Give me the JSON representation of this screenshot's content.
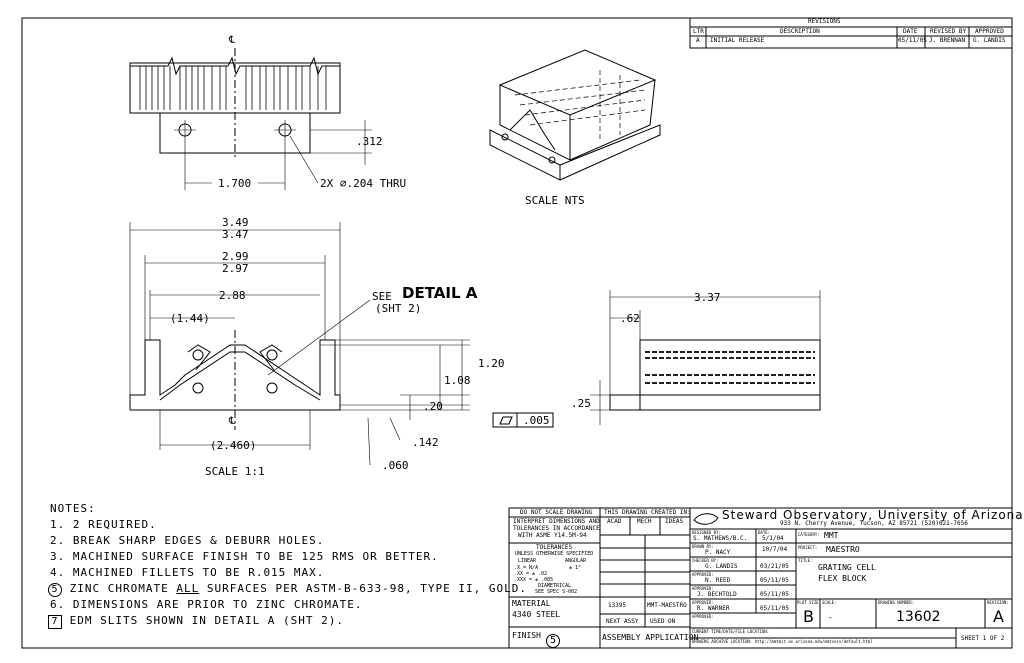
{
  "revisions": {
    "title": "REVISIONS",
    "headers": [
      "LTR",
      "DESCRIPTION",
      "DATE",
      "REVISED BY",
      "APPROVED"
    ],
    "rows": [
      [
        "A",
        "INITIAL RELEASE",
        "05/11/05",
        "J. BRENNAN",
        "G. LANDIS"
      ]
    ]
  },
  "views": {
    "centerline": "℄",
    "dim_312": ".312",
    "dim_1700": "1.700",
    "holes_note": "2X ∅.204 THRU",
    "scale_nts": "SCALE NTS",
    "dim_349": "3.49",
    "dim_347": "3.47",
    "dim_299": "2.99",
    "dim_297": "2.97",
    "dim_288": "2.88",
    "dim_144": "(1.44)",
    "see_label": "SEE",
    "detail_label": "DETAIL A",
    "sht_label": "(SHT 2)",
    "dim_120": "1.20",
    "dim_108": "1.08",
    "dim_20": ".20",
    "dim_2460": "(2.460)",
    "dim_142": ".142",
    "dim_060": ".060",
    "flatness_value": ".005",
    "scale_11": "SCALE 1:1",
    "dim_337": "3.37",
    "dim_62": ".62",
    "dim_25": ".25"
  },
  "notes": {
    "title": "NOTES:",
    "items": [
      {
        "num": "1.",
        "text": "2 REQUIRED."
      },
      {
        "num": "2.",
        "text": "BREAK SHARP EDGES & DEBURR HOLES."
      },
      {
        "num": "3.",
        "text": "MACHINED SURFACE FINISH TO BE 125 RMS OR BETTER."
      },
      {
        "num": "4.",
        "text": "MACHINED FILLETS TO BE R.015 MAX."
      },
      {
        "num": "5",
        "pre": "ZINC CHROMATE ",
        "ul": "ALL",
        "post": " SURFACES PER ASTM-B-633-98, TYPE II, GOLD."
      },
      {
        "num": "6.",
        "text": "DIMENSIONS ARE PRIOR TO ZINC CHROMATE."
      },
      {
        "num": "7",
        "text": "EDM SLITS SHOWN IN DETAIL A (SHT 2)."
      }
    ]
  },
  "title_block": {
    "do_not_scale": "DO NOT SCALE DRAWING",
    "interpret": [
      "INTERPRET DIMENSIONS AND",
      "TOLERANCES IN ACCORDANCE",
      "WITH ASME Y14.5M-94"
    ],
    "tolerances": "TOLERANCES",
    "unless": "UNLESS OTHERWISE SPECIFIED",
    "linear": "LINEAR",
    "angular": "ANGULAR",
    "tol_x": ".X = N/A",
    "tol_xx": ".XX = ± .02",
    "tol_xxx": ".XXX = ± .005",
    "tol_ang": "± 1°",
    "diametrical": "DIAMETRICAL",
    "see_spec": "SEE SPEC S-002",
    "material_label": "MATERIAL",
    "material_value": "4340 STEEL",
    "finish_label": "FINISH",
    "finish_value": "5",
    "created_in": "THIS DRAWING CREATED IN:",
    "cad_headers": [
      "ACAD",
      "MECH",
      "IDEAS"
    ],
    "next_assy_value": "13395",
    "used_on_value": "MMT-MAESTRO",
    "next_assy": "NEXT ASSY",
    "used_on": "USED ON",
    "assembly_application": "ASSEMBLY APPLICATION",
    "org_name": "Steward Observatory, University of Arizona",
    "org_address": "933 N. Cherry Avenue, Tucson, AZ  85721   (520)621-7656",
    "designed_by_label": "DESIGNED BY:",
    "designed_by": "S. MATHEWS/B.C.",
    "date_label": "DATE:",
    "designed_date": "5/1/04",
    "category_label": "CATEGORY:",
    "category": "MMT",
    "drawn_by_label": "DRAWN BY:",
    "drawn_by": "P. NACY",
    "drawn_date": "10/7/04",
    "project_label": "PROJECT:",
    "project": "MAESTRO",
    "checked_label": "CHECKED BY:",
    "checked_by": "G. LANDIS",
    "checked_date": "03/21/05",
    "title_label": "TITLE:",
    "title_1": "GRATING CELL",
    "title_2": "FLEX BLOCK",
    "approved_label": "APPROVED:",
    "approved_1": "N. REED",
    "approved_1_date": "05/11/05",
    "approved_2": "J. BECHTOLD",
    "approved_2_date": "05/11/05",
    "approved_3": "R. WARNER",
    "approved_3_date": "05/11/05",
    "size_label": "PLOT SIZE",
    "size": "B",
    "scale_label": "SCALE:",
    "scale": "-",
    "dwg_label": "DRAWING NUMBER:",
    "dwg_number": "13602",
    "rev_label": "REVISION:",
    "rev": "A",
    "current_time": "CURRENT TIME/DATE/FILE LOCATION:",
    "archive": "DRAWING ARCHIVE LOCATION: http://mmtmit.as.arizona.edu/mmtserv/default.html",
    "sheet": "SHEET 1 OF 2"
  }
}
